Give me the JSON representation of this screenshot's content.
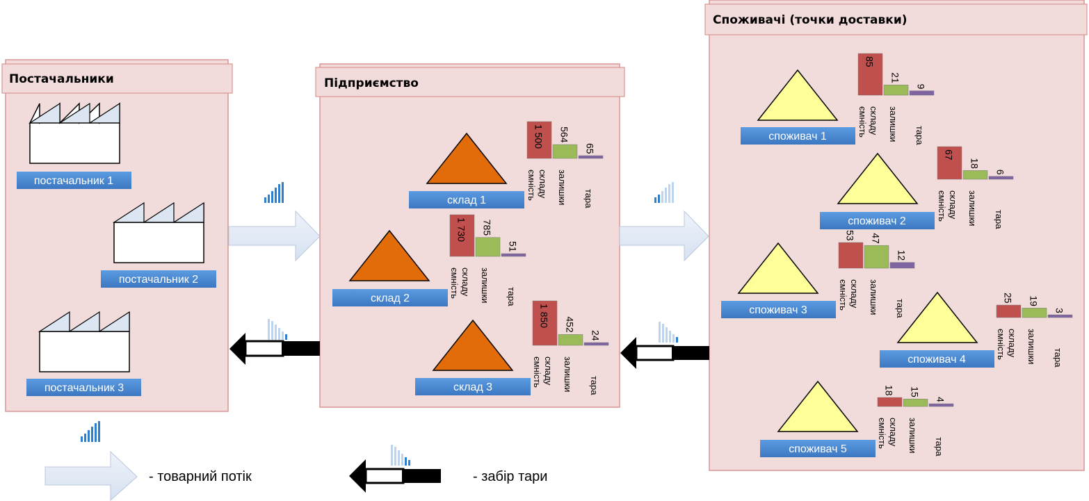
{
  "colors": {
    "panel_fill": "#f2dcdb",
    "panel_border": "#d99594",
    "label_blue": "#4a86cf",
    "warehouse_triangle": "#e36c0a",
    "consumer_triangle": "#ffff99",
    "bar_capacity": "#c0504d",
    "bar_stock": "#9bbb59",
    "bar_tare": "#8064a2",
    "flow_arrow": "#e3eaf5"
  },
  "suppliers": {
    "title": "Постачальники",
    "items": [
      {
        "label": "постачальник 1",
        "icon": "factory-icon"
      },
      {
        "label": "постачальник 2",
        "icon": "factory-icon"
      },
      {
        "label": "постачальник 3",
        "icon": "factory-icon"
      }
    ]
  },
  "enterprise": {
    "title": "Підприємство",
    "warehouses": [
      {
        "label": "склад 1",
        "values": [
          "1 500",
          "564",
          "65"
        ]
      },
      {
        "label": "склад 2",
        "values": [
          "1 730",
          "785",
          "51"
        ]
      },
      {
        "label": "склад 3",
        "values": [
          "1 850",
          "452",
          "24"
        ]
      }
    ]
  },
  "consumers": {
    "title": "Споживачі (точки доставки)",
    "items": [
      {
        "label": "споживач 1",
        "values": [
          "85",
          "21",
          "9"
        ]
      },
      {
        "label": "споживач 2",
        "values": [
          "67",
          "18",
          "6"
        ]
      },
      {
        "label": "споживач 3",
        "values": [
          "53",
          "47",
          "12"
        ]
      },
      {
        "label": "споживач 4",
        "values": [
          "25",
          "19",
          "3"
        ]
      },
      {
        "label": "споживач 5",
        "values": [
          "18",
          "15",
          "4"
        ]
      }
    ]
  },
  "chart_data": {
    "type": "bar",
    "categories": [
      "ємність складу",
      "залишки",
      "тара"
    ],
    "series": [
      {
        "name": "склад 1",
        "values": [
          1500,
          564,
          65
        ]
      },
      {
        "name": "склад 2",
        "values": [
          1730,
          785,
          51
        ]
      },
      {
        "name": "склад 3",
        "values": [
          1850,
          452,
          24
        ]
      },
      {
        "name": "споживач 1",
        "values": [
          85,
          21,
          9
        ]
      },
      {
        "name": "споживач 2",
        "values": [
          67,
          18,
          6
        ]
      },
      {
        "name": "споживач 3",
        "values": [
          53,
          47,
          12
        ]
      },
      {
        "name": "споживач 4",
        "values": [
          25,
          19,
          3
        ]
      },
      {
        "name": "споживач 5",
        "values": [
          18,
          15,
          4
        ]
      }
    ]
  },
  "axis_labels": {
    "capacity_line1": "ємність",
    "capacity_line2": "складу",
    "stock": "залишки",
    "tare": "тара"
  },
  "legend": {
    "goods_flow": "- товарний потік",
    "tare_pickup": "- забір тари"
  }
}
